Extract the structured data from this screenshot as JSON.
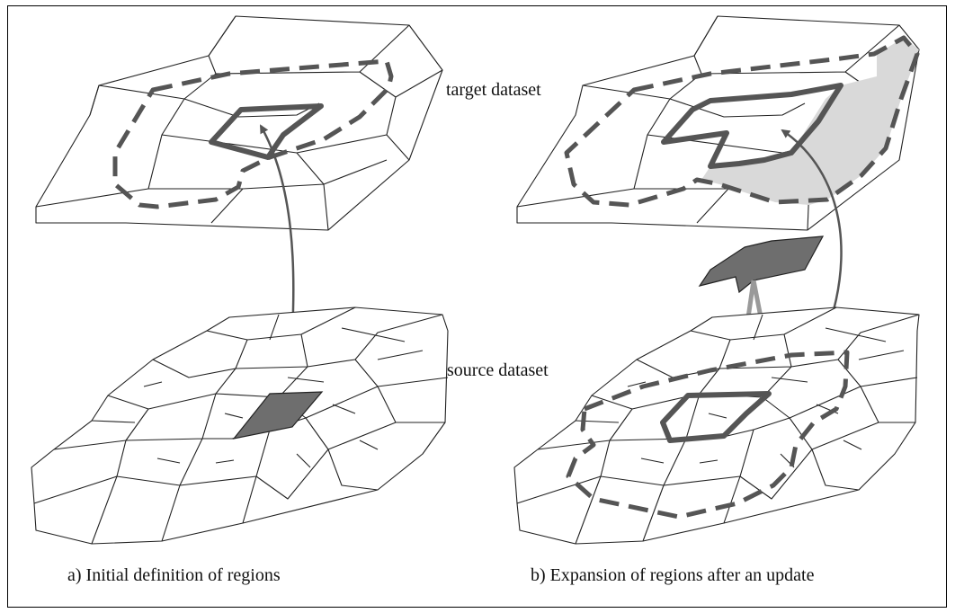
{
  "labels": {
    "target": "target dataset",
    "source": "source dataset",
    "caption_a": "a) Initial definition of regions",
    "caption_b": "b) Expansion of regions after an update"
  },
  "colors": {
    "line": "#222222",
    "region_outline": "#555555",
    "source_fill": "#6e6e6e",
    "expansion_fill": "#d9d9d9",
    "mapping_line": "#9a9a9a"
  }
}
